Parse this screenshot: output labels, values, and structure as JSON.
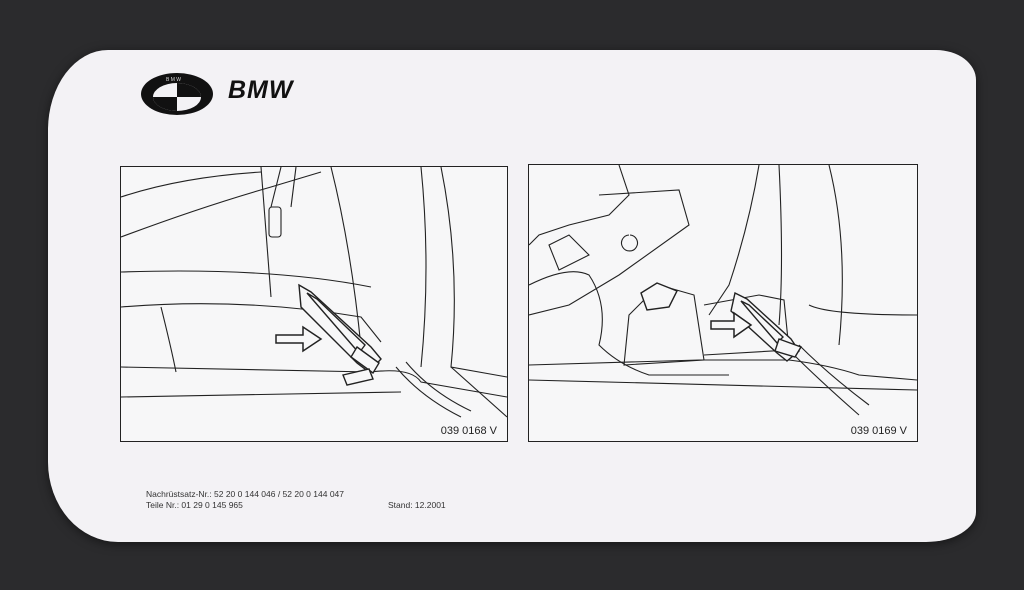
{
  "header": {
    "brand": "BMW",
    "logo_icon": "bmw-roundel-icon"
  },
  "figures": [
    {
      "code": "039 0168 V",
      "arrow_icon": "arrow-right-icon"
    },
    {
      "code": "039 0169 V",
      "arrow_icon": "arrow-right-icon"
    }
  ],
  "footer": {
    "kit_number": "Nachrüstsatz-Nr.: 52 20 0 144 046 / 52 20 0 144 047",
    "part_number": "Teile Nr.: 01 29 0 145 965",
    "date": "Stand: 12.2001"
  }
}
